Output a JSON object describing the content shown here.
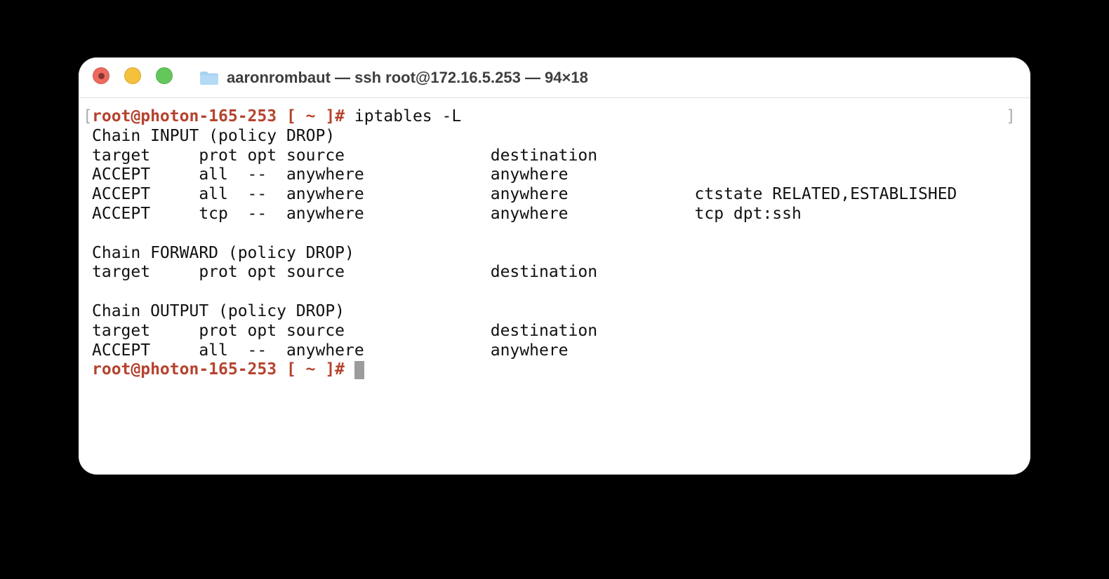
{
  "window": {
    "title": "aaronrombaut — ssh root@172.16.5.253 — 94×18",
    "user": "aaronrombaut",
    "session": "ssh root@172.16.5.253",
    "size_label": "94×18",
    "traffic_lights": {
      "close_color": "#ec6a5e",
      "close_dot_color": "#84362c",
      "minimize_color": "#f5c03b",
      "zoom_color": "#64c75a"
    },
    "title_text_color": "#3e3e3e",
    "background_color": "#ffffff",
    "page_background_color": "#000000"
  },
  "terminal": {
    "prompt": "root@photon-165-253 [ ~ ]#",
    "command": "iptables -L",
    "prompt_color": "#b5432e",
    "text_color": "#111111",
    "mark_color": "#aeaeae",
    "cursor_color": "#9c9c9c",
    "lines": [
      {
        "mark_left": "[",
        "mark_right": "]",
        "segments": [
          {
            "style": "prompt",
            "text": "root@photon-165-253 [ ~ ]#"
          },
          {
            "style": "plain",
            "text": " iptables -L"
          }
        ]
      },
      {
        "segments": [
          {
            "style": "plain",
            "text": "Chain INPUT (policy DROP)"
          }
        ]
      },
      {
        "segments": [
          {
            "style": "plain",
            "text": "target     prot opt source               destination"
          }
        ]
      },
      {
        "segments": [
          {
            "style": "plain",
            "text": "ACCEPT     all  --  anywhere             anywhere"
          }
        ]
      },
      {
        "segments": [
          {
            "style": "plain",
            "text": "ACCEPT     all  --  anywhere             anywhere             ctstate RELATED,ESTABLISHED"
          }
        ]
      },
      {
        "segments": [
          {
            "style": "plain",
            "text": "ACCEPT     tcp  --  anywhere             anywhere             tcp dpt:ssh"
          }
        ]
      },
      {
        "segments": []
      },
      {
        "segments": [
          {
            "style": "plain",
            "text": "Chain FORWARD (policy DROP)"
          }
        ]
      },
      {
        "segments": [
          {
            "style": "plain",
            "text": "target     prot opt source               destination"
          }
        ]
      },
      {
        "segments": []
      },
      {
        "segments": [
          {
            "style": "plain",
            "text": "Chain OUTPUT (policy DROP)"
          }
        ]
      },
      {
        "segments": [
          {
            "style": "plain",
            "text": "target     prot opt source               destination"
          }
        ]
      },
      {
        "segments": [
          {
            "style": "plain",
            "text": "ACCEPT     all  --  anywhere             anywhere"
          }
        ]
      },
      {
        "cursor": true,
        "segments": [
          {
            "style": "prompt",
            "text": "root@photon-165-253 [ ~ ]# "
          }
        ]
      }
    ]
  }
}
